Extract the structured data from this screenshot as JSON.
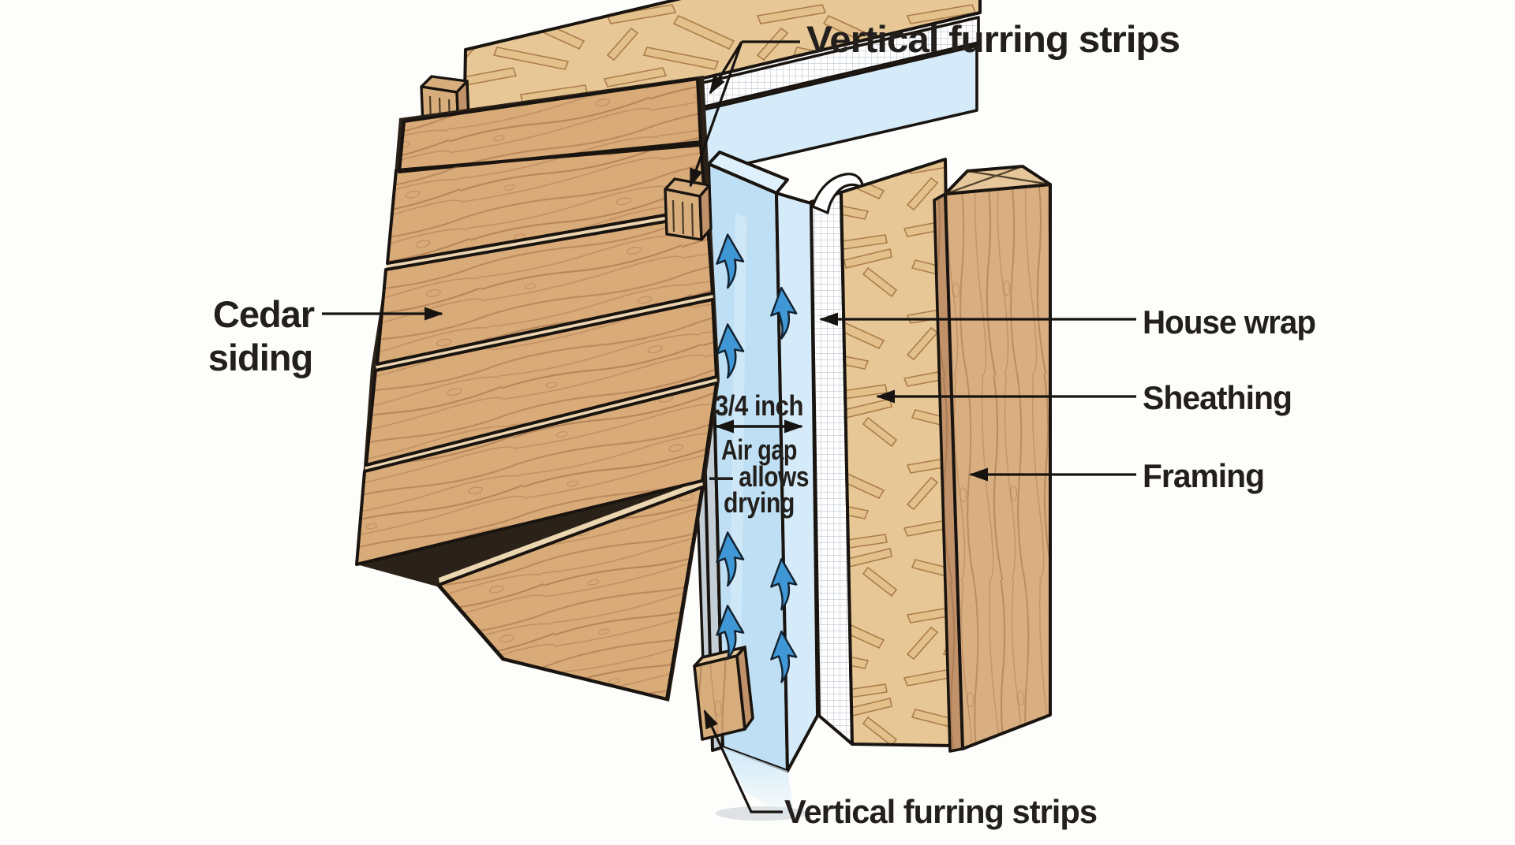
{
  "diagram": {
    "type": "rain-screen-wall-assembly-cutaway",
    "labels": {
      "vertical_furring_top": "Vertical furring strips",
      "cedar_line1": "Cedar",
      "cedar_line2": "siding",
      "house_wrap": "House wrap",
      "sheathing": "Sheathing",
      "framing": "Framing",
      "vertical_furring_bottom": "Vertical furring strips"
    },
    "air_gap_annotation": {
      "size": "3/4 inch",
      "line1": "Air gap",
      "line2": "— allows",
      "line3": "drying"
    },
    "colors": {
      "background": "#fdfdfb",
      "outline": "#19140f",
      "label_text": "#221f1c",
      "shadow_backdrop": "#2a2118",
      "wood_siding": "#d9ab79",
      "wood_edge_light": "#ecd6b2",
      "wood_furring": "#d8ad7c",
      "wood_framing": "#d9af82",
      "wood_framing_side": "#c1926a",
      "wood_framing_top": "#e6c79b",
      "osb_sheathing": "#e7c795",
      "air_gap_front": "#bfe0f4",
      "air_gap_side": "#d5ebf9",
      "air_gap_topface": "#ddf0fb",
      "air_gap_edge": "#c3ced6",
      "airflow_arrow_blue": "#3f98d5",
      "house_wrap_white": "#ffffff"
    }
  }
}
